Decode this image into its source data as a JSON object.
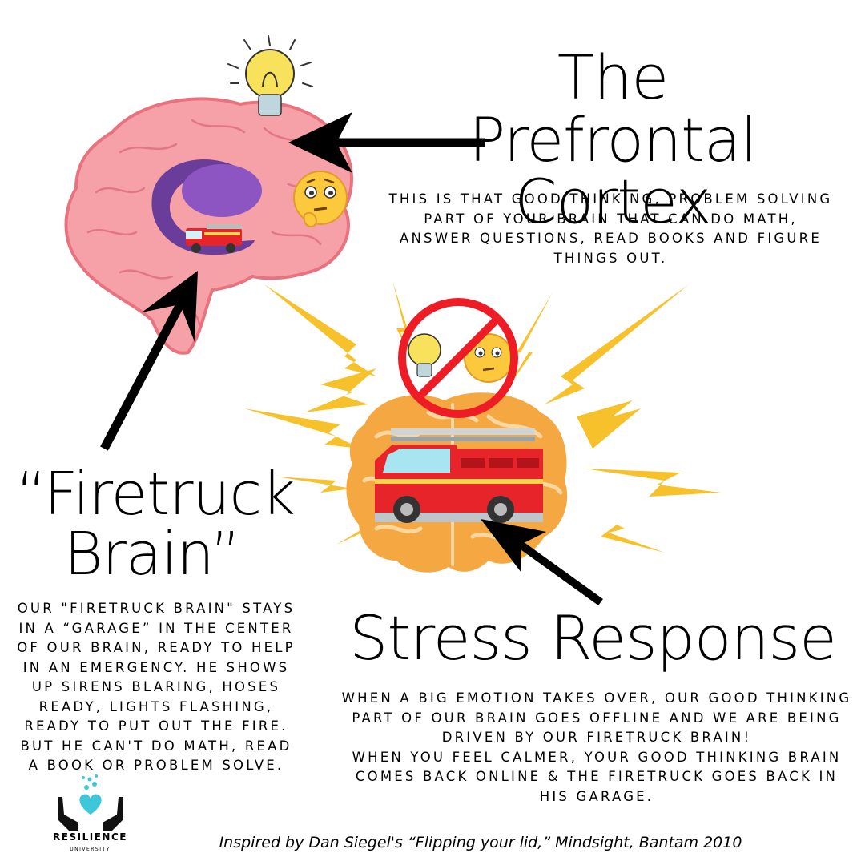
{
  "prefrontal": {
    "title_line1": "The Prefrontal",
    "title_line2": "Cortex",
    "description": "THIS IS THAT GOOD THINKING, PROBLEM SOLVING PART OF YOUR BRAIN THAT CAN DO MATH, ANSWER QUESTIONS, READ BOOKS AND FIGURE THINGS OUT."
  },
  "firetruck": {
    "title_line1": "“Firetruck",
    "title_line2": "Brain”",
    "description": "OUR \"FIRETRUCK BRAIN\"  STAYS IN A “GARAGE” IN THE CENTER OF OUR BRAIN, READY TO HELP IN AN EMERGENCY. HE SHOWS UP SIRENS BLARING, HOSES READY, LIGHTS FLASHING, READY TO PUT OUT THE FIRE. BUT HE CAN'T DO MATH, READ A BOOK OR PROBLEM SOLVE."
  },
  "stress": {
    "title": "Stress Response",
    "description_line1": "WHEN A BIG EMOTION TAKES OVER, OUR GOOD THINKING PART OF OUR BRAIN GOES OFFLINE AND WE ARE BEING DRIVEN BY OUR FIRETRUCK BRAIN!",
    "description_line2": "WHEN YOU FEEL CALMER, YOUR GOOD THINKING BRAIN COMES BACK ONLINE & THE FIRETRUCK GOES BACK IN HIS GARAGE."
  },
  "footer": {
    "citation": "Inspired by Dan Siegel's “Flipping your lid,” Mindsight, Bantam 2010"
  },
  "logo": {
    "name": "RESILIENCE",
    "subtitle": "UNIVERSITY"
  },
  "colors": {
    "brain_pink": "#f6a0a8",
    "brain_outline": "#e8737f",
    "limbic_purple": "#6a3d9a",
    "orange_brain": "#f5a742",
    "lightning": "#f7c12c",
    "no_sign_red": "#ee1c25",
    "logo_teal": "#3ec7d9"
  },
  "icons": [
    "lightbulb-icon",
    "thinking-face-icon",
    "firetruck-icon",
    "no-sign-icon",
    "lightning-icon",
    "hands-heart-icon"
  ]
}
